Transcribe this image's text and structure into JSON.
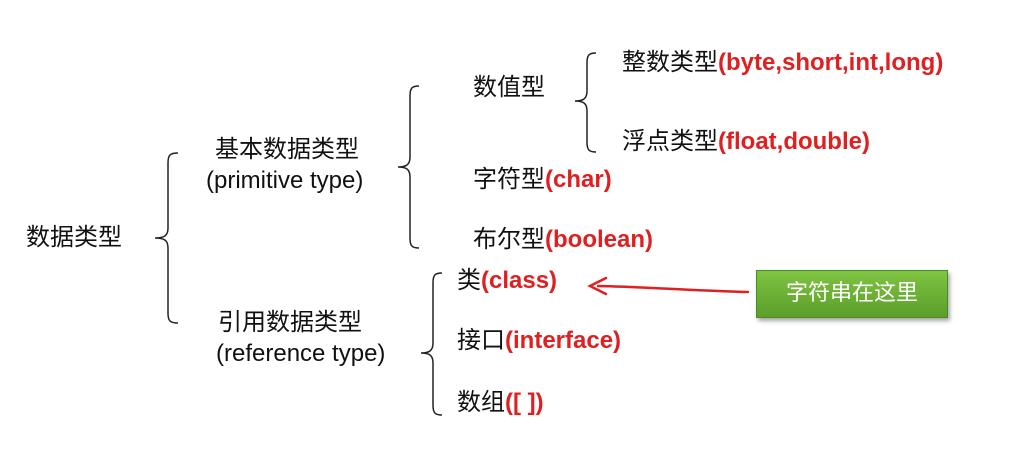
{
  "root": "数据类型",
  "primitive": {
    "label": "基本数据类型",
    "english": "(primitive type)",
    "numeric": {
      "label": "数值型",
      "integer": {
        "label": "整数类型",
        "types": "(byte,short,int,long)"
      },
      "float": {
        "label": "浮点类型",
        "types": "(float,double)"
      }
    },
    "char": {
      "label": "字符型",
      "types": "(char)"
    },
    "boolean": {
      "label": "布尔型",
      "types": "(boolean)"
    }
  },
  "reference": {
    "label": "引用数据类型",
    "english": "(reference type)",
    "class": {
      "label": "类",
      "types": "(class)"
    },
    "interface": {
      "label": "接口",
      "types": "(interface)"
    },
    "array": {
      "label": "数组",
      "types": "([ ])"
    }
  },
  "callout": {
    "text": "字符串在这里",
    "color": "#6ab535",
    "arrow_color": "#e02020"
  },
  "colors": {
    "highlight": "#e02020",
    "text": "#111111"
  }
}
